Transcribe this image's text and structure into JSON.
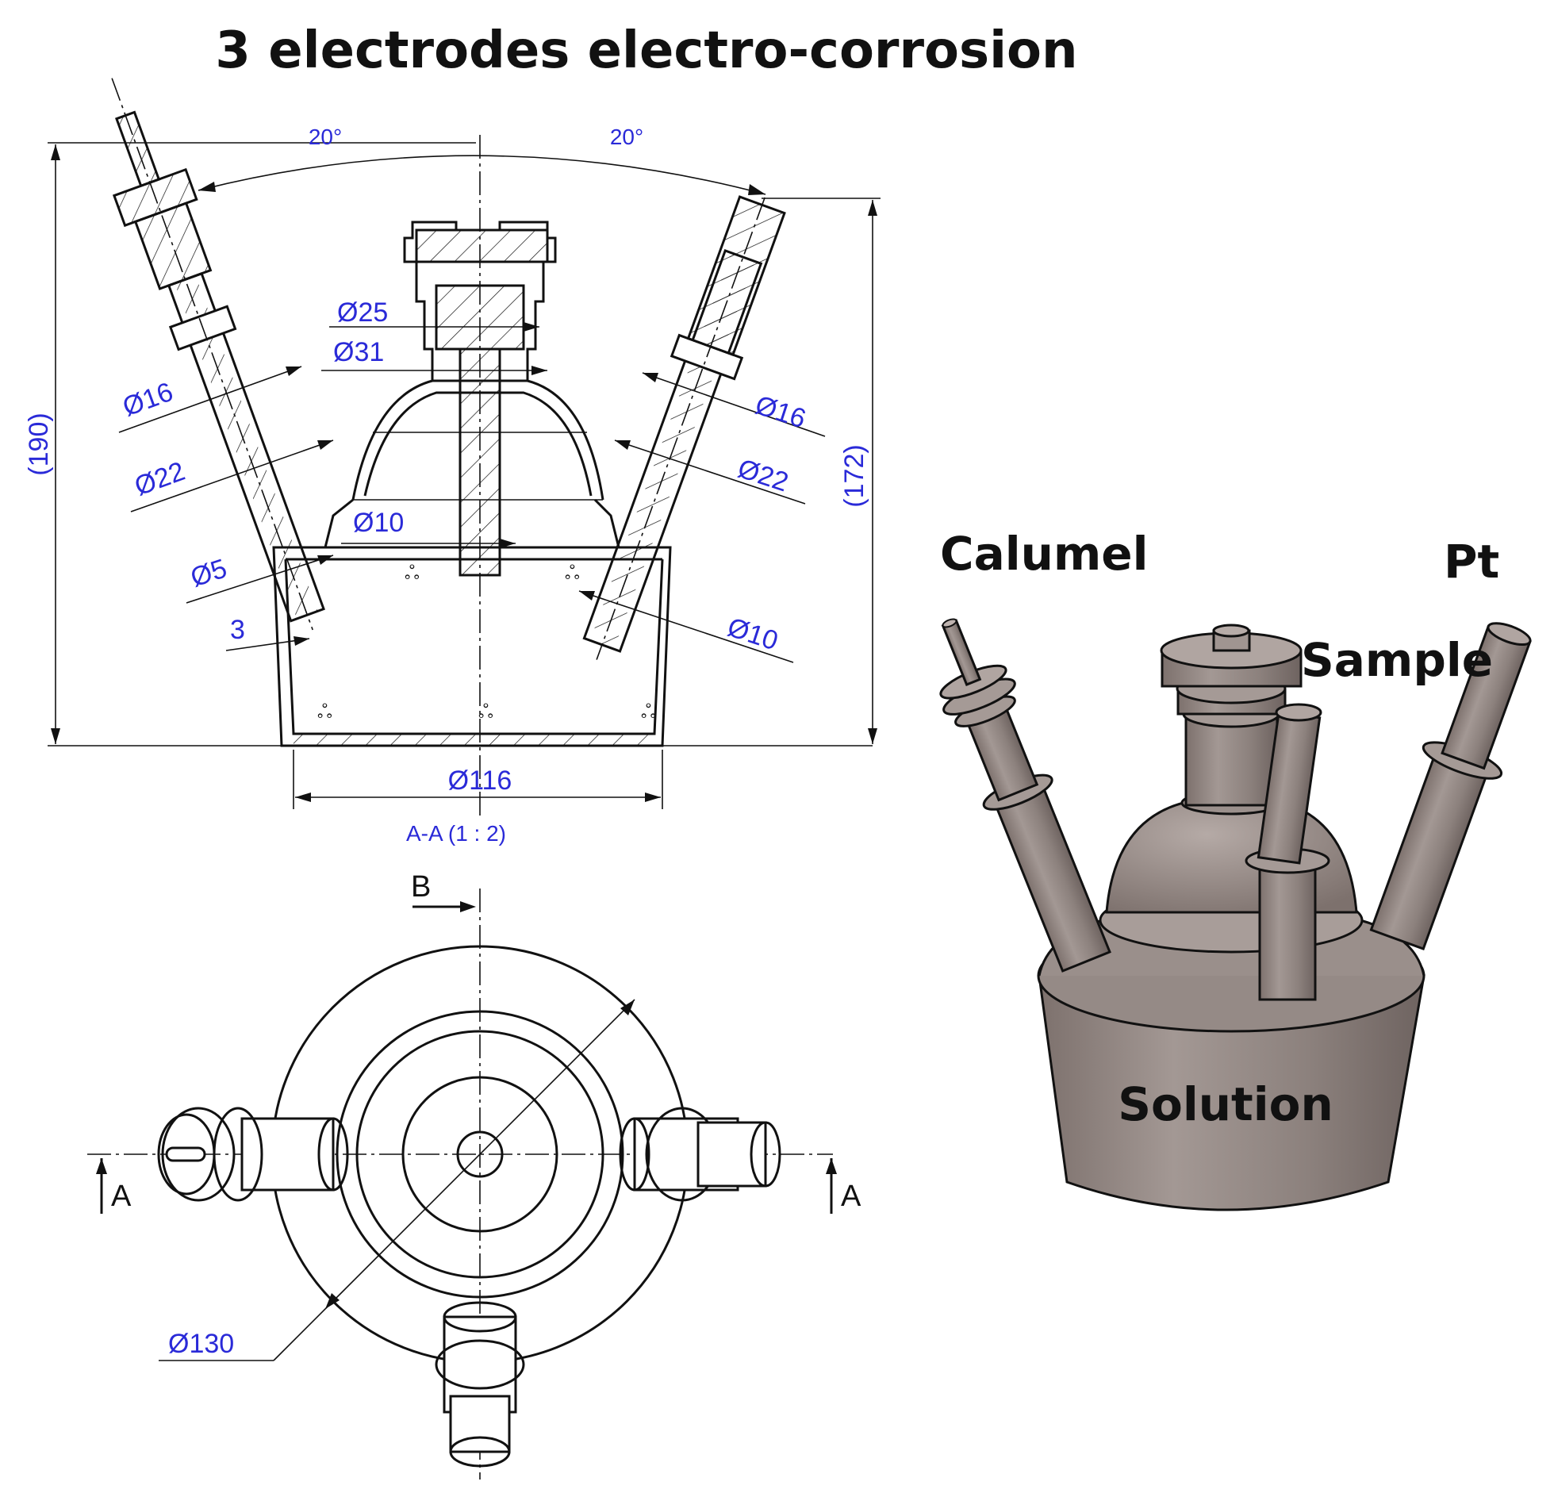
{
  "title": "3 electrodes electro-corrosion",
  "section_view": {
    "angles": [
      "20°",
      "20°"
    ],
    "dims": {
      "overall_height": "(190)",
      "right_height": "(172)",
      "d25": "Ø25",
      "d31": "Ø31",
      "d16_left": "Ø16",
      "d22_left": "Ø22",
      "d10_center": "Ø10",
      "d5": "Ø5",
      "wall": "3",
      "d16_right": "Ø16",
      "d22_right": "Ø22",
      "d10_right": "Ø10",
      "d116": "Ø116"
    },
    "caption": "A-A  (1 : 2)"
  },
  "top_view": {
    "view_b": "B",
    "section_a_left": "A",
    "section_a_right": "A",
    "d130": "Ø130"
  },
  "render_3d": {
    "labels": {
      "calumel": "Calumel",
      "pt": "Pt",
      "sample": "Sample",
      "solution": "Solution"
    },
    "body_color": "#8a7f7b"
  }
}
